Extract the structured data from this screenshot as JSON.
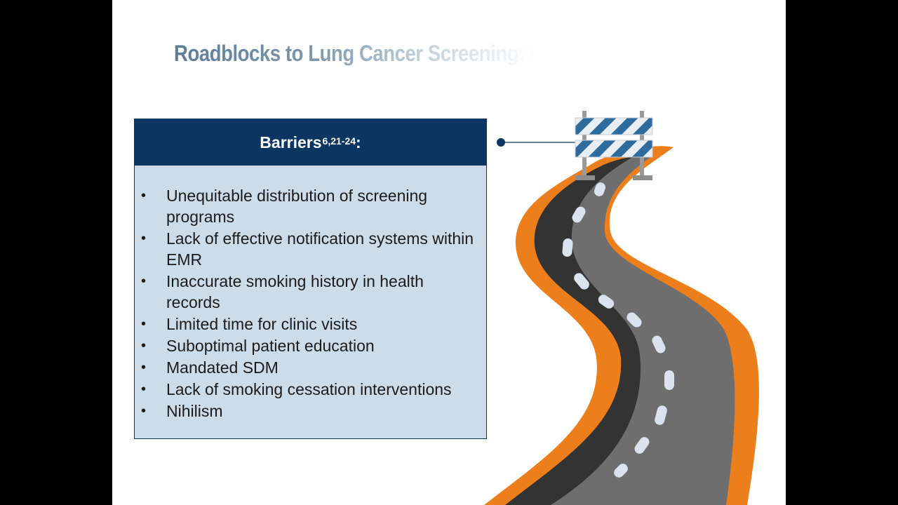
{
  "slide": {
    "title": "Roadblocks to Lung Cancer Screening: Institu",
    "barriers": {
      "heading": "Barriers",
      "heading_superscript": "6,21-24",
      "heading_suffix": ":",
      "items": [
        "Unequitable distribution of screening programs",
        "Lack of effective notification systems within EMR",
        "Inaccurate smoking history in health records",
        "Limited time for clinic visits",
        "Suboptimal patient education",
        "Mandated SDM",
        "Lack of smoking cessation interventions",
        "Nihilism"
      ]
    }
  },
  "colors": {
    "header_navy": "#0b3563",
    "box_fill": "#ccdde9",
    "road_orange": "#ec7f1c",
    "road_dark": "#333333",
    "road_gray": "#6e6e6e",
    "lane_marks": "#dbe4ee",
    "barricade_stripe_blue": "#2e6b9e"
  },
  "icons": [
    "road-illustration",
    "barricade-icon",
    "connector-dot-icon"
  ]
}
